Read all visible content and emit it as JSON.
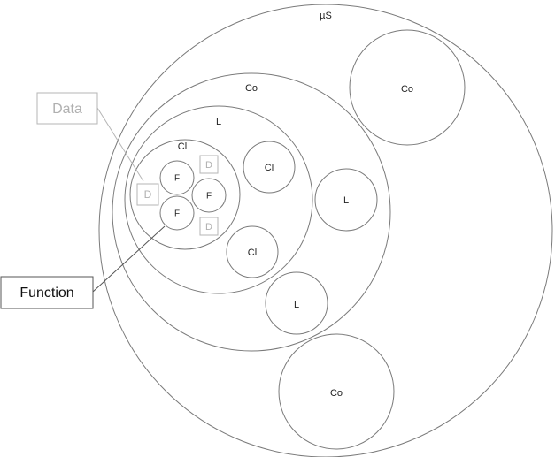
{
  "diagram": {
    "microservice": {
      "label": "µS"
    },
    "components": [
      {
        "label": "Co"
      },
      {
        "label": "Co"
      },
      {
        "label": "Co"
      }
    ],
    "layers": [
      {
        "label": "L"
      },
      {
        "label": "L"
      },
      {
        "label": "L"
      }
    ],
    "classes": [
      {
        "label": "Cl"
      },
      {
        "label": "Cl"
      },
      {
        "label": "Cl"
      }
    ],
    "functions": [
      {
        "label": "F"
      },
      {
        "label": "F"
      },
      {
        "label": "F"
      }
    ],
    "data_items": [
      {
        "label": "D"
      },
      {
        "label": "D"
      },
      {
        "label": "D"
      }
    ],
    "callouts": {
      "data": "Data",
      "function": "Function"
    },
    "colors": {
      "stroke": "#7a7a7a",
      "data_gray": "#b0b0b0",
      "callout_dark": "#555555"
    }
  }
}
